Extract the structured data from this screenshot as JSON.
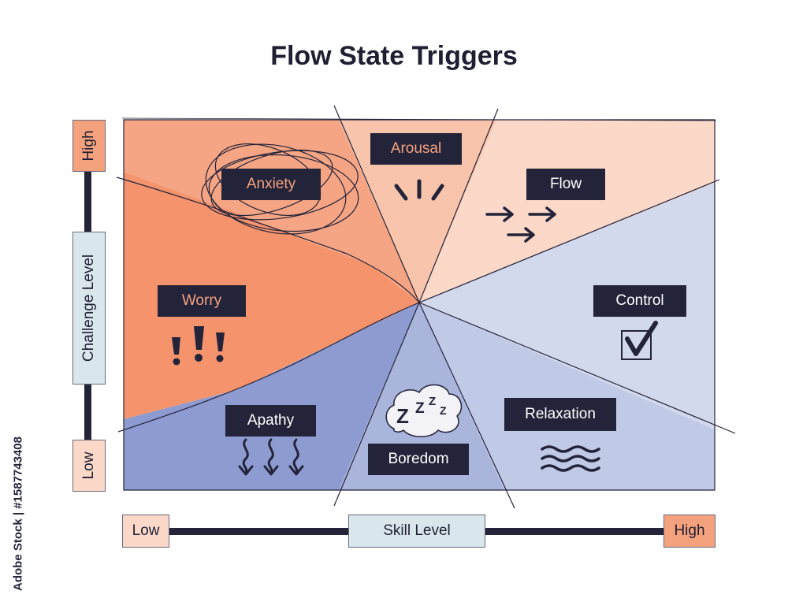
{
  "title": "Flow State Triggers",
  "colors": {
    "anxiety": "#f5a583",
    "arousal": "#f8c4ab",
    "flow": "#fbd8c8",
    "worry": "#f4936c",
    "control": "#d3d9ec",
    "relaxation": "#c0c9e6",
    "boredom": "#aab5dc",
    "apathy": "#8d9bd0",
    "ink": "#23233a",
    "axis_low": "#fbd8c8",
    "axis_high": "#f4a27e",
    "axis_mid": "#d9e7ec"
  },
  "zones": {
    "anxiety": "Anxiety",
    "arousal": "Arousal",
    "flow": "Flow",
    "worry": "Worry",
    "control": "Control",
    "apathy": "Apathy",
    "boredom": "Boredom",
    "relaxation": "Relaxation"
  },
  "axes": {
    "y_label": "Challenge Level",
    "y_high": "High",
    "y_low": "Low",
    "x_label": "Skill Level",
    "x_low": "Low",
    "x_high": "High"
  },
  "icons": {
    "anxiety": "scribble-icon",
    "arousal": "burst-lines-icon",
    "flow": "arrows-right-icon",
    "worry": "exclamation-marks-icon",
    "control": "checkbox-checked-icon",
    "apathy": "wavy-down-arrows-icon",
    "boredom": "zzz-cloud-icon",
    "relaxation": "waves-icon"
  },
  "watermark": "Adobe Stock | #1587743408"
}
